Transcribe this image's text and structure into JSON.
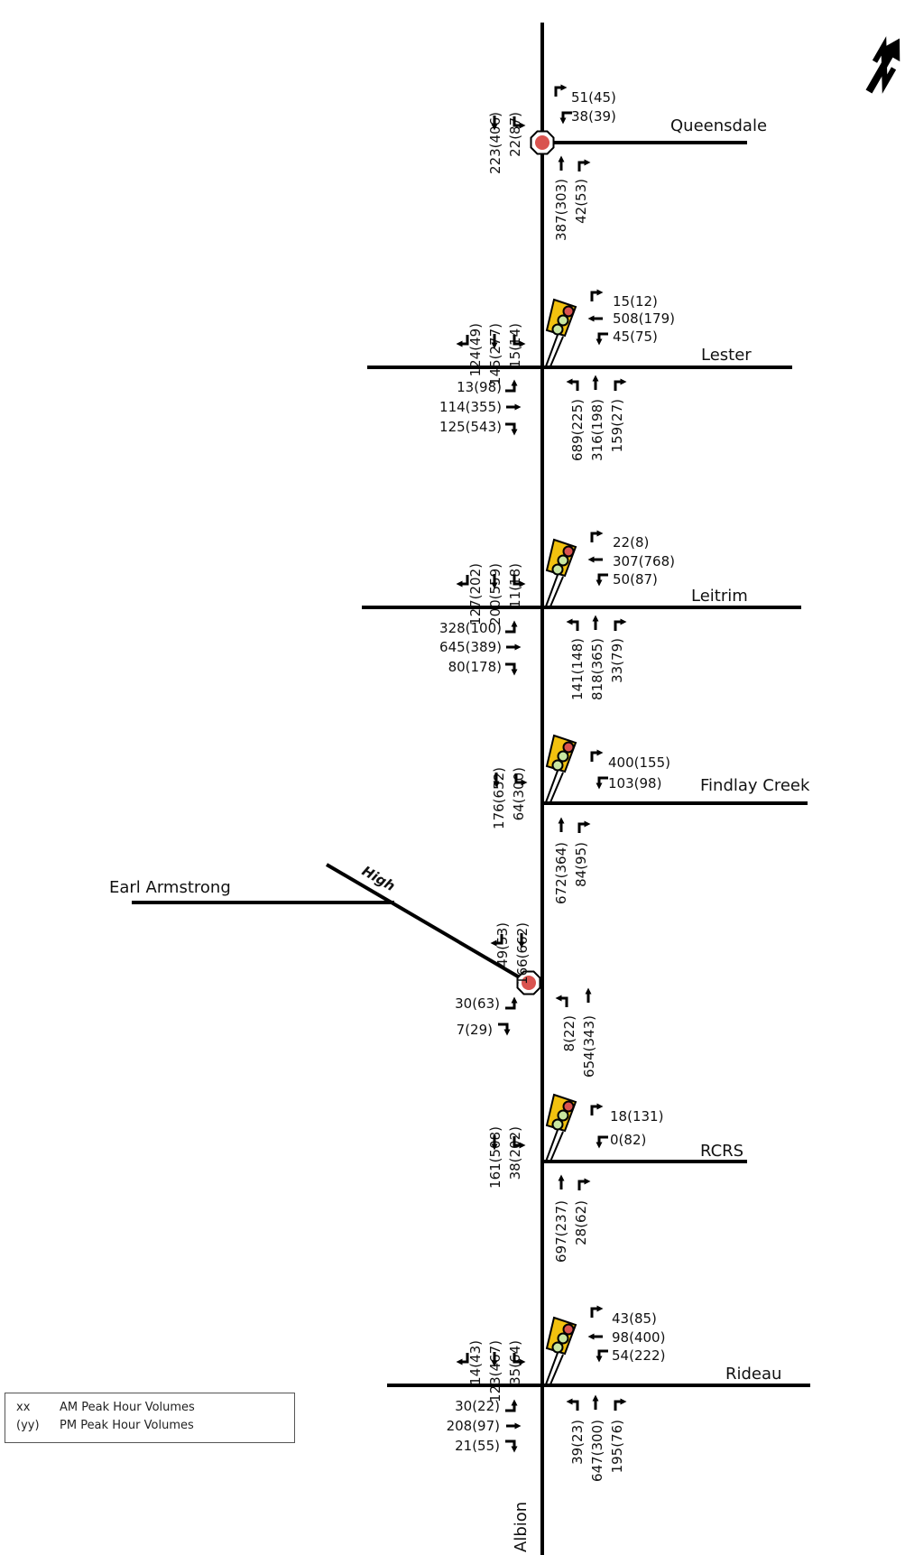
{
  "streets": {
    "albion": "Albion",
    "queensdale": "Queensdale",
    "lester": "Lester",
    "leitrim": "Leitrim",
    "findlay_creek": "Findlay Creek",
    "earl_armstrong": "Earl Armstrong",
    "high": "High",
    "rcrs": "RCRS",
    "rideau": "Rideau"
  },
  "volumes": {
    "queensdale": {
      "sb_thru": "223(406)",
      "sb_left": "22(87)",
      "wb_left": "51(45)",
      "wb_right": "38(39)",
      "nb_thru": "387(303)",
      "nb_right": "42(53)"
    },
    "lester": {
      "sb_right": "124(49)",
      "sb_thru": "145(277)",
      "sb_left": "15(14)",
      "wb_left": "15(12)",
      "wb_thru": "508(179)",
      "wb_right": "45(75)",
      "eb_left": "13(98)",
      "eb_thru": "114(355)",
      "eb_right": "125(543)",
      "nb_left": "689(225)",
      "nb_thru": "316(198)",
      "nb_right": "159(27)"
    },
    "leitrim": {
      "sb_right": "127(202)",
      "sb_thru": "200(559)",
      "sb_left": "11(18)",
      "wb_left": "22(8)",
      "wb_thru": "307(768)",
      "wb_right": "50(87)",
      "eb_left": "328(100)",
      "eb_thru": "645(389)",
      "eb_right": "80(178)",
      "nb_left": "141(148)",
      "nb_thru": "818(365)",
      "nb_right": "33(79)"
    },
    "findlay": {
      "sb_thru": "176(652)",
      "sb_left": "64(300)",
      "wb_left": "400(155)",
      "wb_right": "103(98)",
      "nb_thru": "672(364)",
      "nb_right": "84(95)"
    },
    "high": {
      "sb_right": "49(53)",
      "sb_thru": "166(662)",
      "eb_left": "30(63)",
      "eb_right": "7(29)",
      "nb_left": "8(22)",
      "nb_thru": "654(343)"
    },
    "rcrs": {
      "sb_thru": "161(508)",
      "sb_left": "38(202)",
      "wb_left": "18(131)",
      "wb_right": "0(82)",
      "nb_thru": "697(237)",
      "nb_right": "28(62)"
    },
    "rideau": {
      "sb_right": "14(43)",
      "sb_thru": "123(467)",
      "sb_left": "35(64)",
      "wb_left": "43(85)",
      "wb_thru": "98(400)",
      "wb_right": "54(222)",
      "eb_left": "30(22)",
      "eb_thru": "208(97)",
      "eb_right": "21(55)",
      "nb_left": "39(23)",
      "nb_thru": "647(300)",
      "nb_right": "195(76)"
    }
  },
  "legend": {
    "am_key": "xx",
    "am_text": "AM Peak Hour Volumes",
    "pm_key": "(yy)",
    "pm_text": "PM Peak Hour Volumes"
  },
  "icons": {
    "north": "north-arrow-icon",
    "signal": "traffic-signal-icon",
    "stop": "stop-sign-icon"
  },
  "colors": {
    "road": "#000000",
    "signal_body": "#f2c10f",
    "signal_red": "#d9534f",
    "signal_green": "#c8e6a0",
    "stop": "#d9534f"
  }
}
